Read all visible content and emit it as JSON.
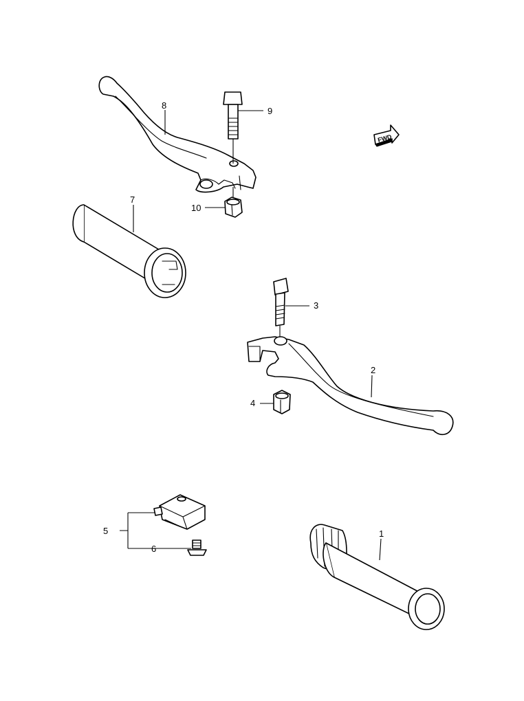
{
  "fwd_indicator": {
    "text": "FWD"
  },
  "callouts": [
    {
      "part": "throttle-grip",
      "label": "1"
    },
    {
      "part": "front-brake-lever",
      "label": "2"
    },
    {
      "part": "brake-lever-bolt",
      "label": "3"
    },
    {
      "part": "brake-lever-nut",
      "label": "4"
    },
    {
      "part": "switch-assembly",
      "label": "5"
    },
    {
      "part": "switch-screw",
      "label": "6"
    },
    {
      "part": "left-grip",
      "label": "7"
    },
    {
      "part": "clutch-lever",
      "label": "8"
    },
    {
      "part": "clutch-lever-bolt",
      "label": "9"
    },
    {
      "part": "clutch-lever-nut",
      "label": "10"
    }
  ]
}
